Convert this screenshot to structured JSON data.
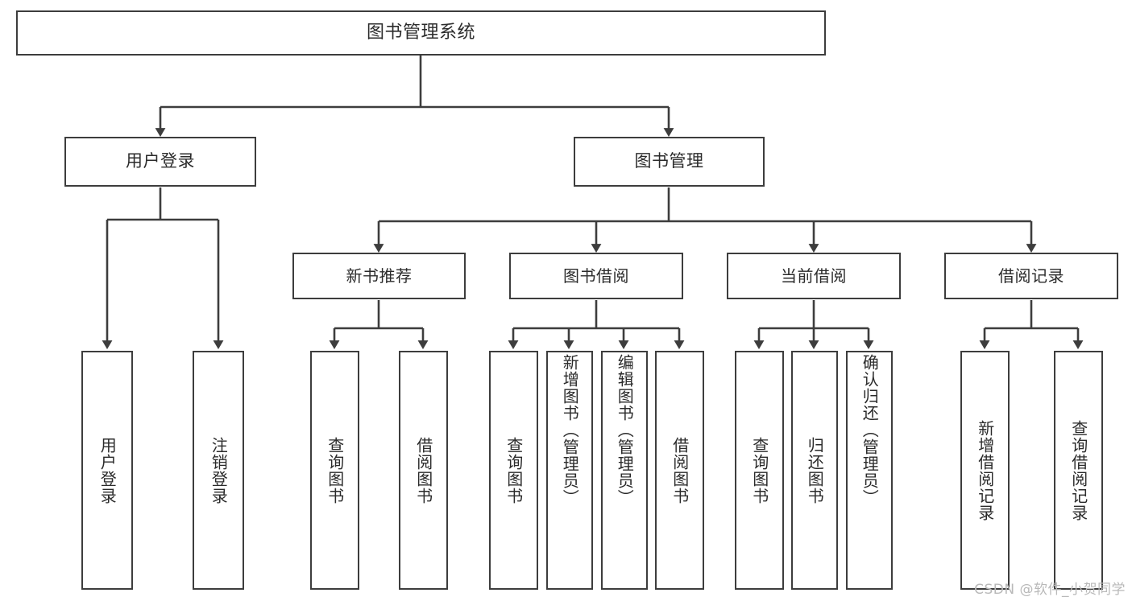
{
  "diagram": {
    "type": "tree",
    "title": "图书管理系统",
    "colors": {
      "box_border": "#3d3d3d",
      "box_fill": "#ffffff",
      "connector": "#3d3d3d",
      "text": "#2b2b2b",
      "watermark": "#b9b9b9",
      "background": "#ffffff"
    },
    "root": {
      "label": "图书管理系统"
    },
    "level2": [
      {
        "label": "用户登录"
      },
      {
        "label": "图书管理"
      }
    ],
    "level3": [
      {
        "label": "新书推荐"
      },
      {
        "label": "图书借阅"
      },
      {
        "label": "当前借阅"
      },
      {
        "label": "借阅记录"
      }
    ],
    "leaves": [
      {
        "label": "用户登录"
      },
      {
        "label": "注销登录"
      },
      {
        "label": "查询图书"
      },
      {
        "label": "借阅图书"
      },
      {
        "label": "查询图书"
      },
      {
        "label": "新增图书（管理员）"
      },
      {
        "label": "编辑图书（管理员）"
      },
      {
        "label": "借阅图书"
      },
      {
        "label": "查询图书"
      },
      {
        "label": "归还图书"
      },
      {
        "label": "确认归还（管理员）"
      },
      {
        "label": "新增借阅记录"
      },
      {
        "label": "查询借阅记录"
      }
    ],
    "groups": [
      {
        "parent": "用户登录",
        "children": [
          "用户登录",
          "注销登录"
        ]
      },
      {
        "parent": "新书推荐",
        "children": [
          "查询图书",
          "借阅图书"
        ]
      },
      {
        "parent": "图书借阅",
        "children": [
          "查询图书",
          "新增图书（管理员）",
          "编辑图书（管理员）",
          "借阅图书"
        ]
      },
      {
        "parent": "当前借阅",
        "children": [
          "查询图书",
          "归还图书",
          "确认归还（管理员）"
        ]
      },
      {
        "parent": "借阅记录",
        "children": [
          "新增借阅记录",
          "查询借阅记录"
        ]
      }
    ],
    "watermark": "CSDN @软件_小贺同学"
  }
}
